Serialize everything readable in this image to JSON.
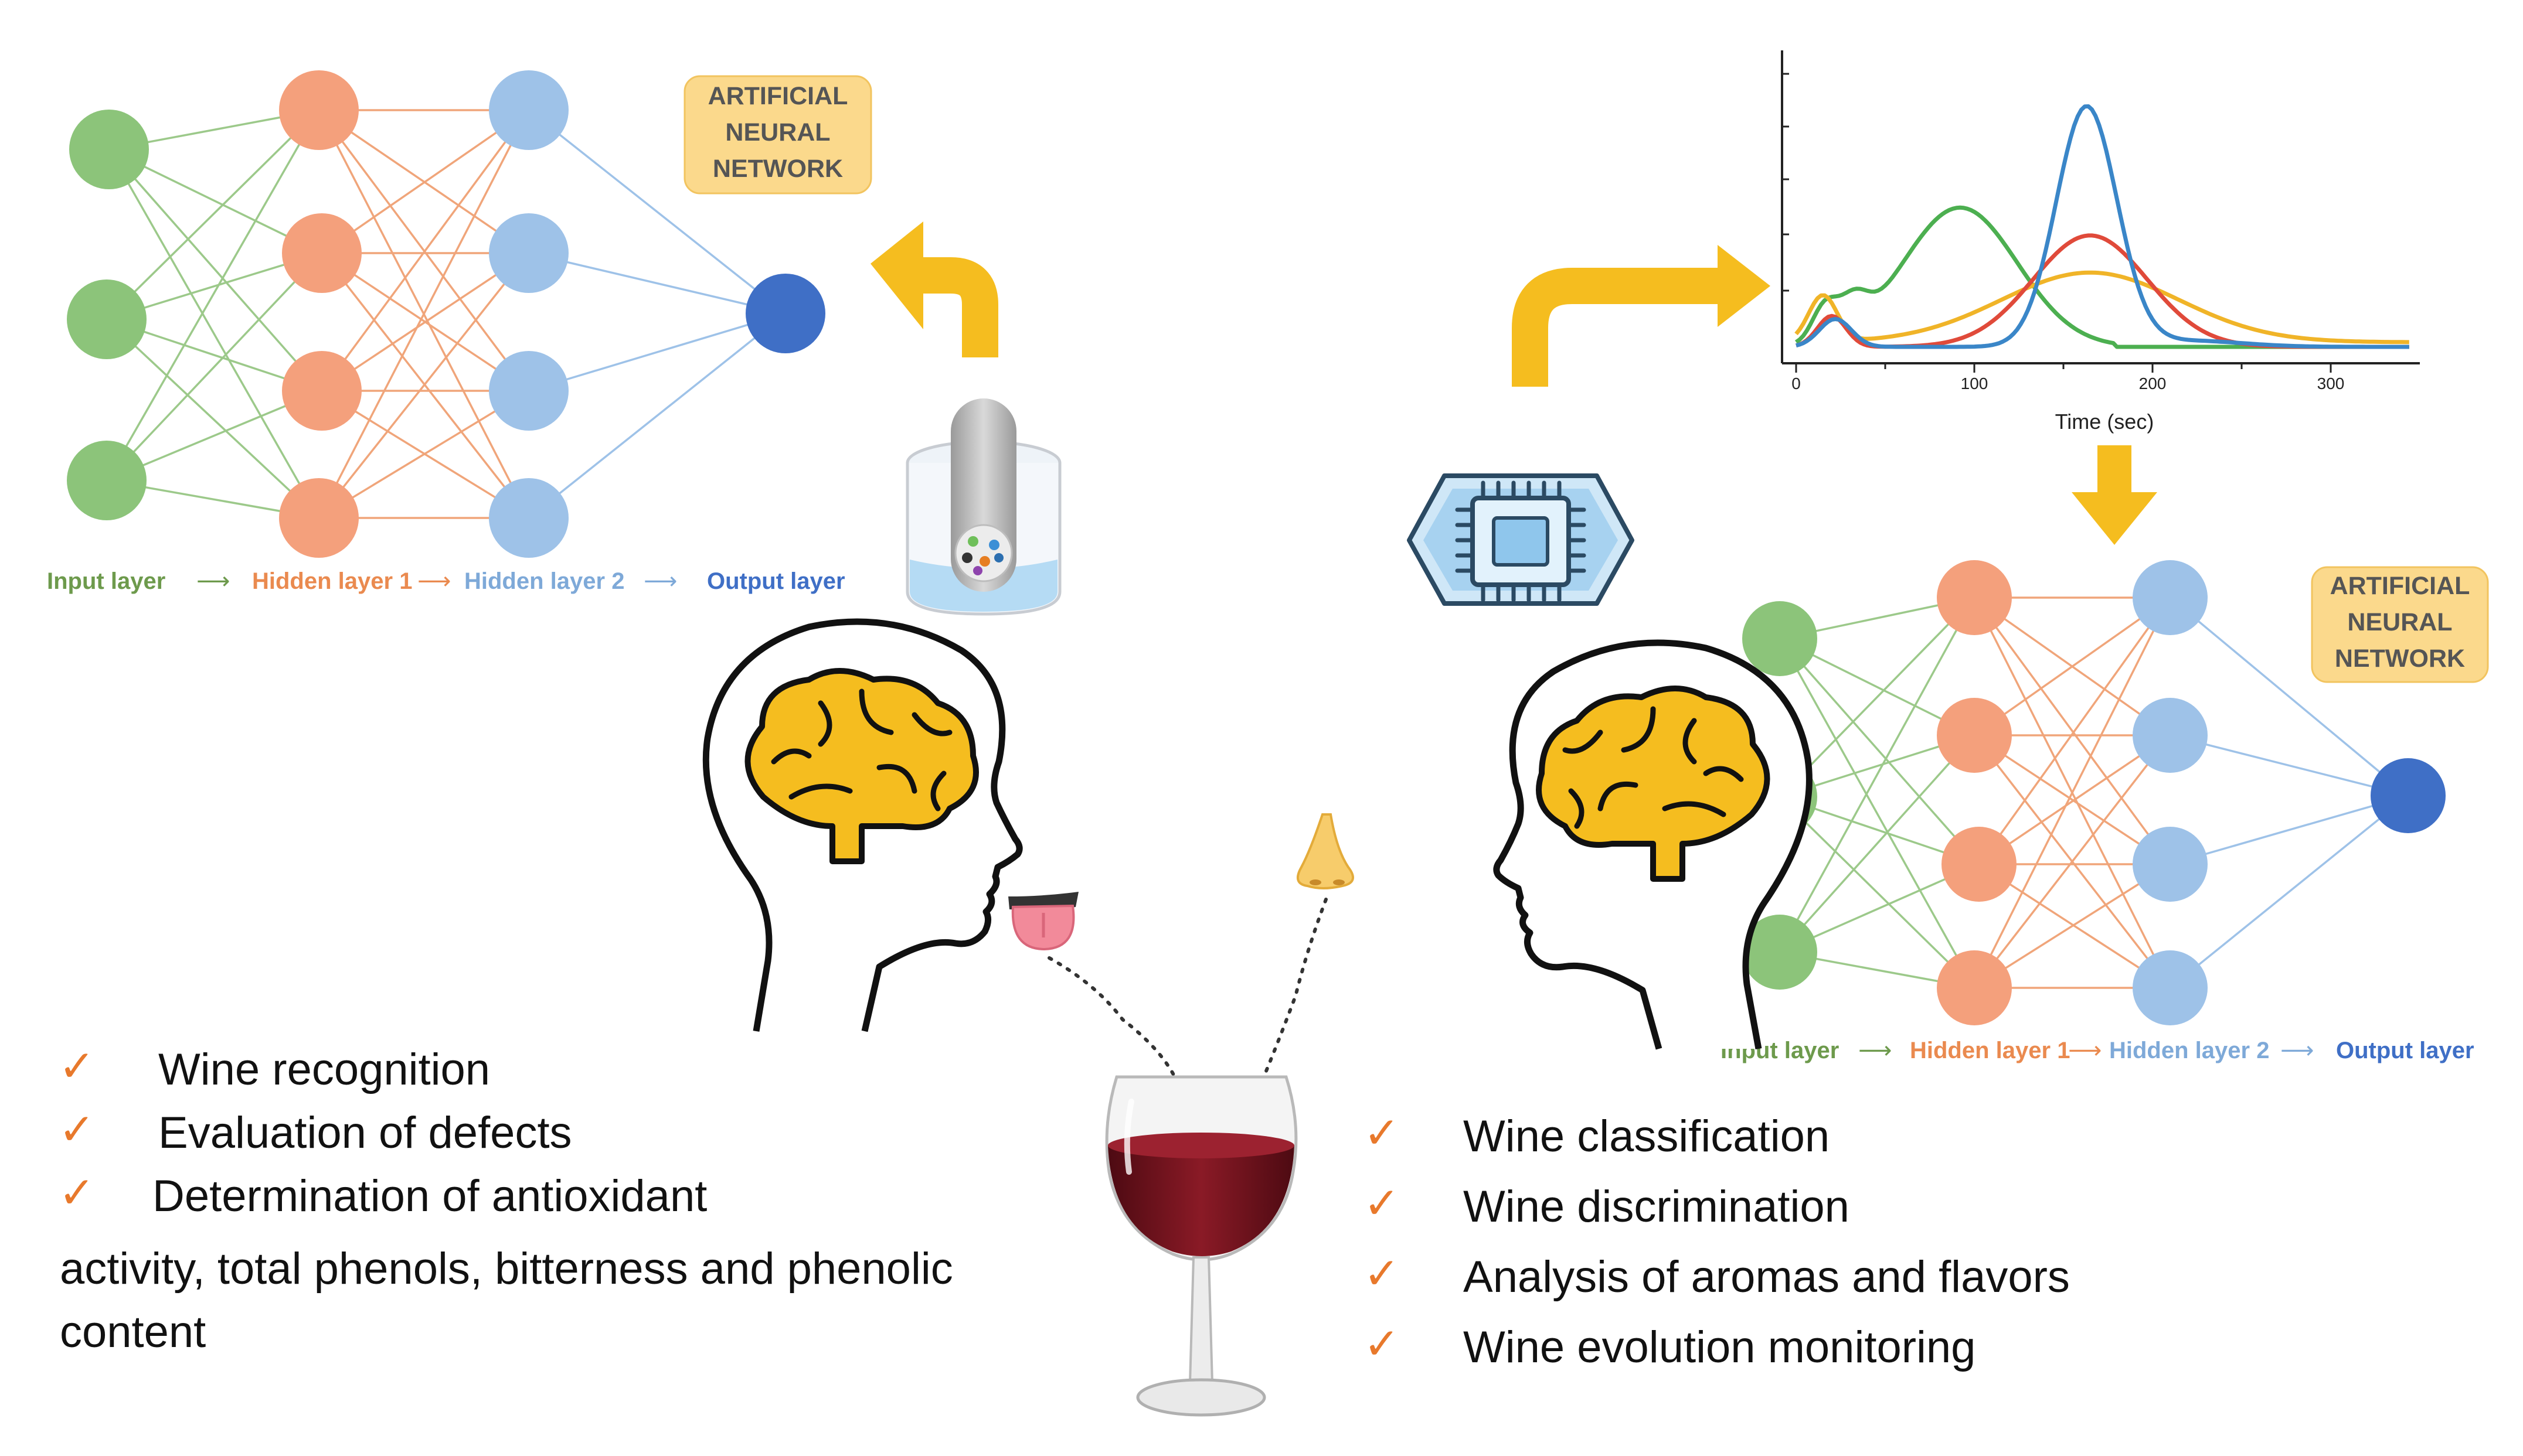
{
  "ann_left": {
    "title": [
      "ARTIFICIAL",
      "NEURAL",
      "NETWORK"
    ],
    "labels": {
      "input": "Input layer",
      "hidden1": "Hidden layer 1",
      "hidden2": "Hidden layer 2",
      "output": "Output layer"
    }
  },
  "ann_right": {
    "title": [
      "ARTIFICIAL",
      "NEURAL",
      "NETWORK"
    ],
    "labels": {
      "input": "Input layer",
      "hidden1": "Hidden layer 1",
      "hidden2": "Hidden layer 2",
      "output": "Output layer"
    }
  },
  "chart": {
    "x_ticks": [
      "0",
      "100",
      "200",
      "300"
    ],
    "x_label": "Time (sec)"
  },
  "left_list": {
    "items": [
      "Wine recognition",
      "Evaluation of defects",
      "Determination of antioxidant"
    ],
    "continuation": [
      "activity, total phenols, bitterness and phenolic",
      "content"
    ]
  },
  "right_list": {
    "items": [
      "Wine  classification",
      "Wine discrimination",
      "Analysis of aromas and flavors",
      "Wine evolution monitoring"
    ]
  },
  "colors": {
    "input": "#8cc47a",
    "hidden1": "#f4a07c",
    "hidden2": "#9ec2e8",
    "output": "#3f6fc6",
    "arrow": "#f5bd1f",
    "brain": "#f5bd1f",
    "badge": "#fbd98c",
    "check": "#e8792c",
    "wine": "#7a1420"
  }
}
